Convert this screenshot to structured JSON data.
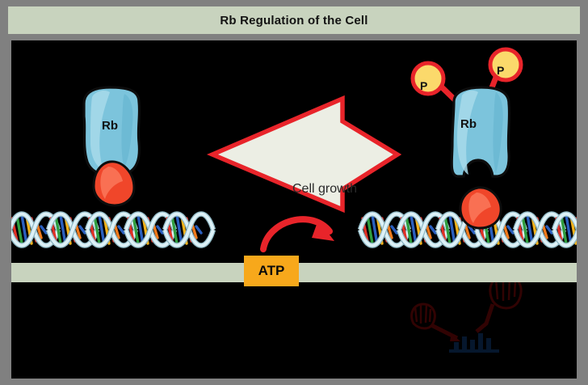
{
  "header": {
    "title": "Rb Regulation of the Cell"
  },
  "diagram": {
    "type": "biology-pathway",
    "background_color": "#000000",
    "title_bar_color": "#c8d3be",
    "frame_color": "#808080",
    "left_panel": {
      "protein_label": "Rb",
      "protein_color": "#7cc4dc",
      "bound_factor_color": "#f0462a",
      "dna_present": true,
      "state": "unphosphorylated Rb bound to transcription factor on DNA"
    },
    "center": {
      "arrow_label": "Cell growth",
      "arrow_fill": "#eceee4",
      "arrow_stroke": "#e8242a",
      "energy_label": "ATP",
      "energy_box_color": "#f7a81b",
      "energy_arrow_color": "#e8242a"
    },
    "right_panel": {
      "protein_label": "Rb",
      "protein_color": "#7cc4dc",
      "phosphate_labels": [
        "P",
        "P"
      ],
      "phosphate_fill": "#fbd96b",
      "phosphate_stroke": "#e8242a",
      "released_factor_color": "#f0462a",
      "dna_present": true,
      "state": "phosphorylated Rb released from transcription factor"
    },
    "captions": {
      "left": "",
      "right": ""
    },
    "dna": {
      "backbone_color": "#cfe9f2",
      "base_colors": [
        "#e03127",
        "#2f9e3f",
        "#2a5fbf",
        "#f2b21c",
        "#f07a1c"
      ]
    }
  }
}
